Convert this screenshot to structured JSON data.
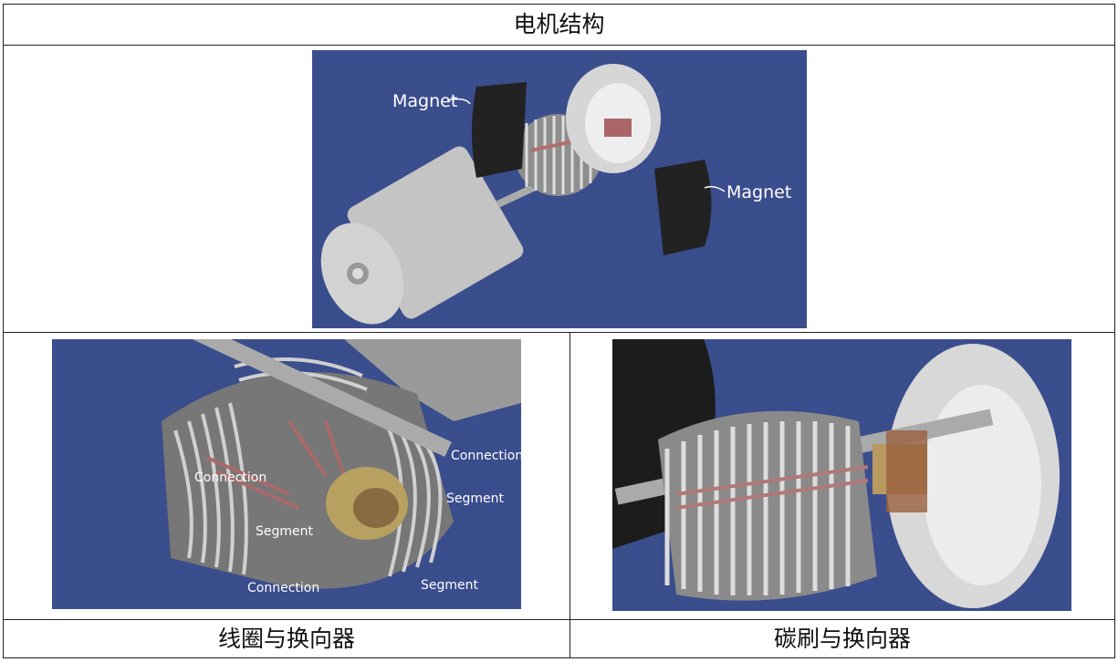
{
  "title": "电机结构",
  "top_figure": {
    "labels": [
      "Magnet",
      "Magnet"
    ]
  },
  "left_figure": {
    "labels": [
      "Connection",
      "Connection",
      "Connection",
      "Segment",
      "Segment",
      "Segment"
    ],
    "caption": "线圈与换向器"
  },
  "right_figure": {
    "caption": "碳刷与换向器"
  },
  "colors": {
    "background": "#3a4d8c",
    "border": "#222222"
  }
}
